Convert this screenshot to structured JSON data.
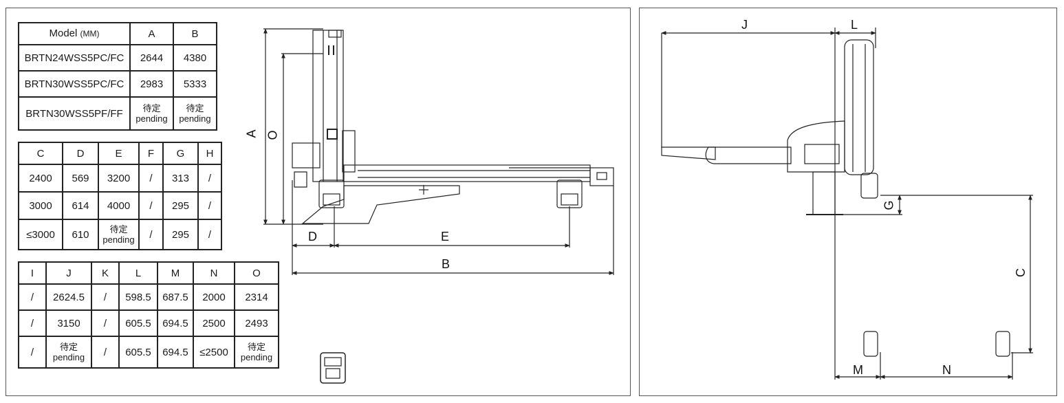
{
  "table1": {
    "header": {
      "model": "Model",
      "unit": "(MM)",
      "a": "A",
      "b": "B"
    },
    "rows": [
      {
        "model": "BRTN24WSS5PC/FC",
        "a": "2644",
        "b": "4380"
      },
      {
        "model": "BRTN30WSS5PC/FC",
        "a": "2983",
        "b": "5333"
      },
      {
        "model": "BRTN30WSS5PF/FF",
        "a_cn": "待定",
        "a_en": "pending",
        "b_cn": "待定",
        "b_en": "pending"
      }
    ]
  },
  "table2": {
    "headers": [
      "C",
      "D",
      "E",
      "F",
      "G",
      "H"
    ],
    "rows": [
      [
        "2400",
        "569",
        "3200",
        "/",
        "313",
        "/"
      ],
      [
        "3000",
        "614",
        "4000",
        "/",
        "295",
        "/"
      ],
      [
        "≤3000",
        "610",
        "待定|pending",
        "/",
        "295",
        "/"
      ]
    ]
  },
  "table3": {
    "headers": [
      "I",
      "J",
      "K",
      "L",
      "M",
      "N",
      "O"
    ],
    "rows": [
      [
        "/",
        "2624.5",
        "/",
        "598.5",
        "687.5",
        "2000",
        "2314"
      ],
      [
        "/",
        "3150",
        "/",
        "605.5",
        "694.5",
        "2500",
        "2493"
      ],
      [
        "/",
        "待定|pending",
        "/",
        "605.5",
        "694.5",
        "≤2500",
        "待定|pending"
      ]
    ]
  },
  "dims_left": {
    "A": "A",
    "O": "O",
    "D": "D",
    "E": "E",
    "B": "B"
  },
  "dims_right": {
    "J": "J",
    "L": "L",
    "G": "G",
    "C": "C",
    "M": "M",
    "N": "N"
  }
}
